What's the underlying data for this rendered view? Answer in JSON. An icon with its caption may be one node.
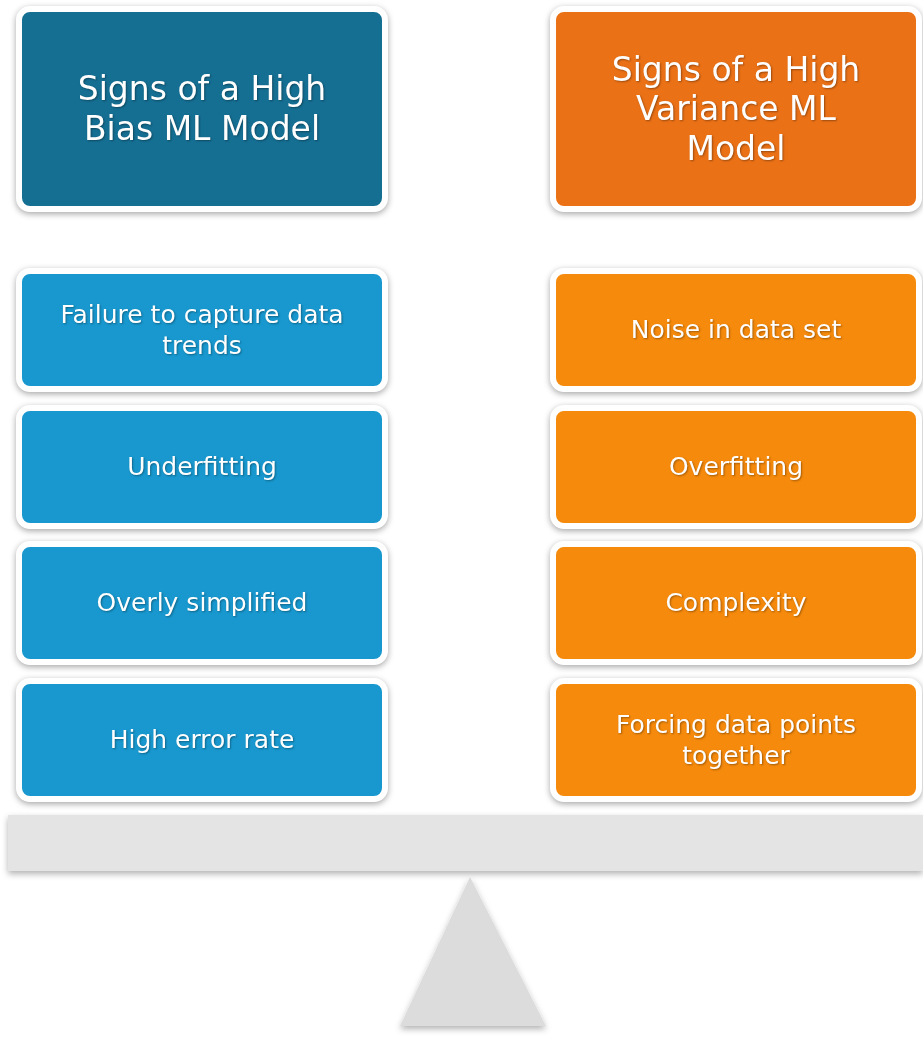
{
  "diagram": {
    "nodes": [
      {
        "text": [
          "Signs of a High Bias ML Model"
        ]
      },
      {
        "text": [
          "Signs of a High Variance ML Model"
        ]
      },
      {
        "text": [
          "Failure to capture data trends"
        ]
      },
      {
        "text": [
          "Noise in data set"
        ]
      },
      {
        "text": [
          "Underfitting"
        ]
      },
      {
        "text": [
          "Overfitting"
        ]
      },
      {
        "text": [
          "Overly simplified"
        ]
      },
      {
        "text": [
          "Complexity"
        ]
      },
      {
        "text": [
          "High error rate"
        ]
      },
      {
        "text": [
          "Forcing data points together"
        ]
      }
    ]
  }
}
